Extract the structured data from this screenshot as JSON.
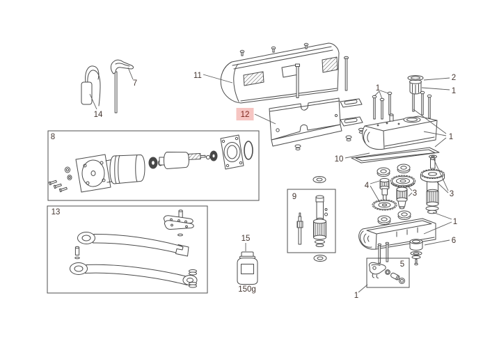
{
  "figure": {
    "kind": "spare-parts-exploded-diagram",
    "background": "#ffffff",
    "line_color": "#4a4a4a",
    "label_color": "#443630"
  },
  "callouts": {
    "release_key": "7",
    "capacitor": "14",
    "cover": "11",
    "bracket": "12",
    "cap_screws": "1",
    "breather_cap": "2",
    "breather_washer": "1",
    "upper_body": "1",
    "motor_kit": "8",
    "gasket": "10",
    "worm_gear": "4",
    "intermediate_gear": "3",
    "output_shaft": "3",
    "shaft_kit": "9",
    "arms_kit": "13",
    "grease": "15",
    "grease_weight": "150g",
    "base_housing": "1",
    "bushing": "6",
    "release_kit": "5",
    "release_group": "1"
  },
  "highlight": {
    "callout": "bracket",
    "background": "#f6c5c2",
    "text_color": "#7c241b"
  }
}
